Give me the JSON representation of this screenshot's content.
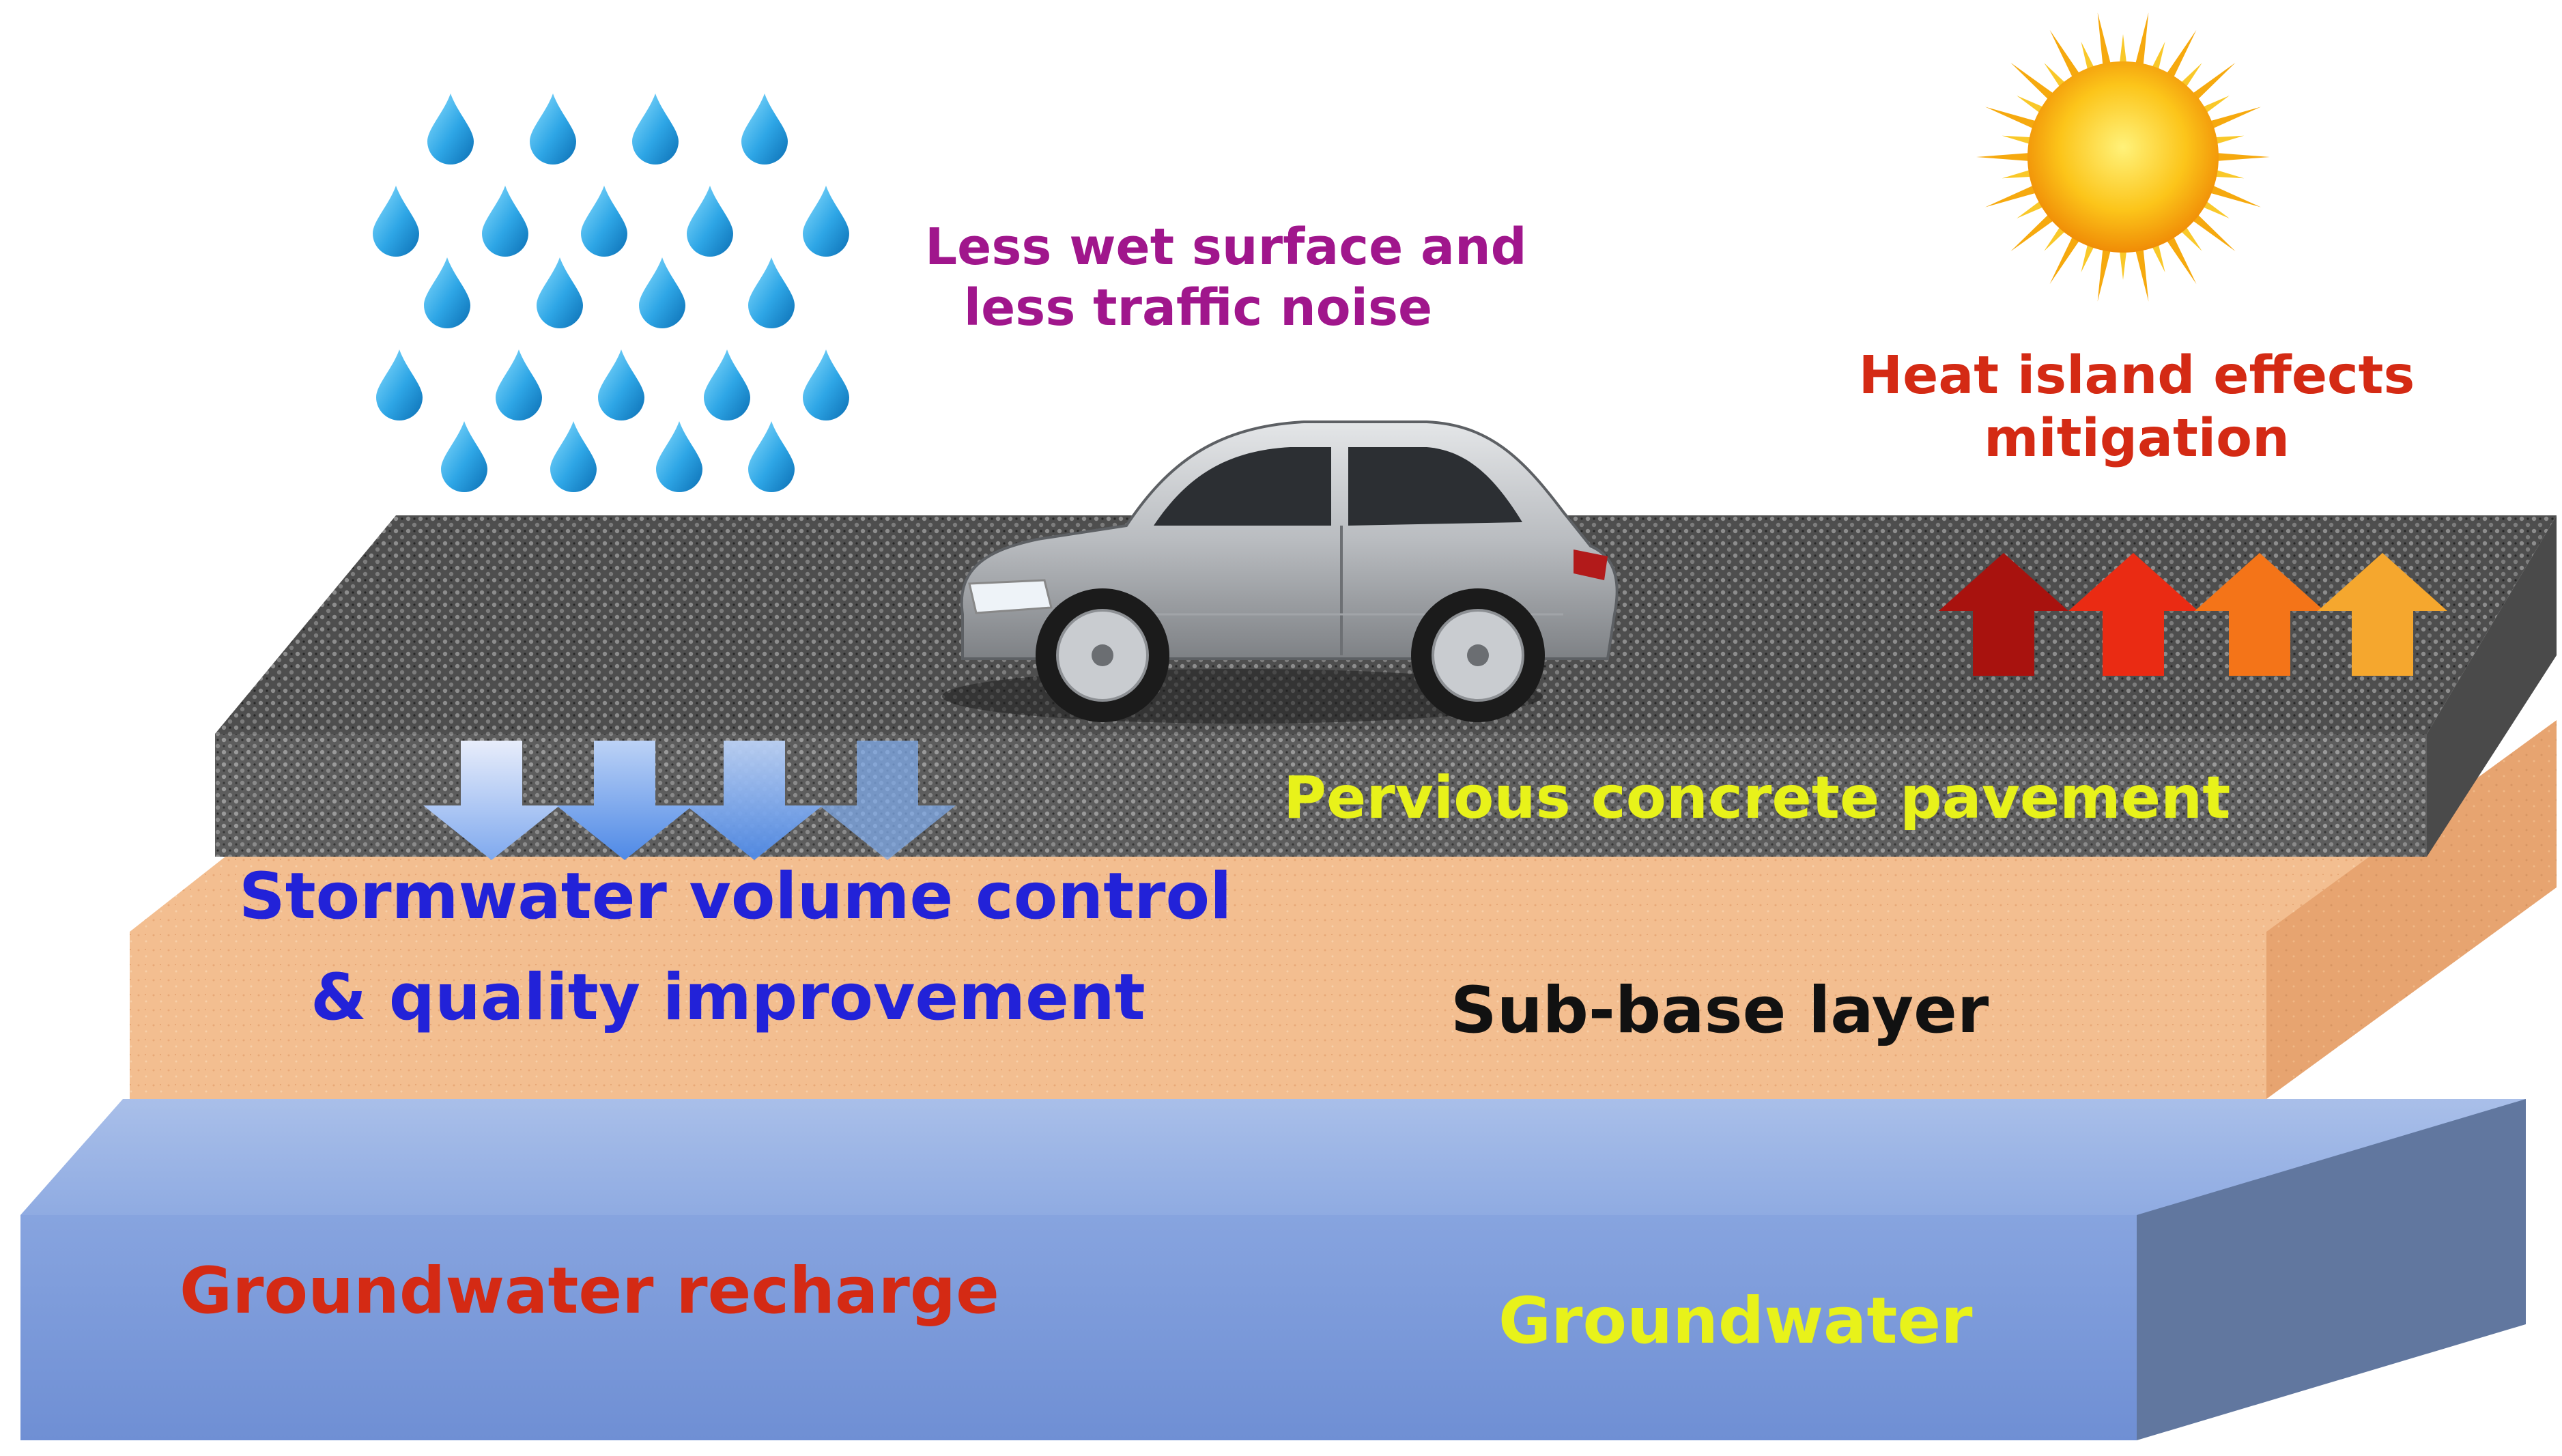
{
  "labels": {
    "rain_line1": "Less wet surface and",
    "rain_line2": "less traffic noise",
    "heat_line1": "Heat island effects",
    "heat_line2": "mitigation",
    "pervious": "Pervious concrete pavement",
    "storm_line1": "Stormwater volume control",
    "storm_line2": "& quality improvement",
    "subbase": "Sub-base layer",
    "recharge": "Groundwater recharge",
    "groundwater": "Groundwater"
  },
  "colors": {
    "rain_text": "#a0168c",
    "heat_text": "#d42a14",
    "pervious_text": "#e8f21a",
    "storm_text": "#2222d8",
    "subbase_text": "#111111",
    "recharge_text": "#d42a14",
    "groundwater_text": "#e8f21a",
    "pavement": "#6b6b6b",
    "subbase_fill": "#f3bf91",
    "groundwater_fill": "#86a4dc",
    "raindrop": "#2ea6e6",
    "sun": "#fbbd10"
  },
  "icons": [
    "raindrop-icon",
    "sun-icon",
    "car-icon",
    "heat-arrow-icon",
    "water-down-arrow-icon"
  ]
}
